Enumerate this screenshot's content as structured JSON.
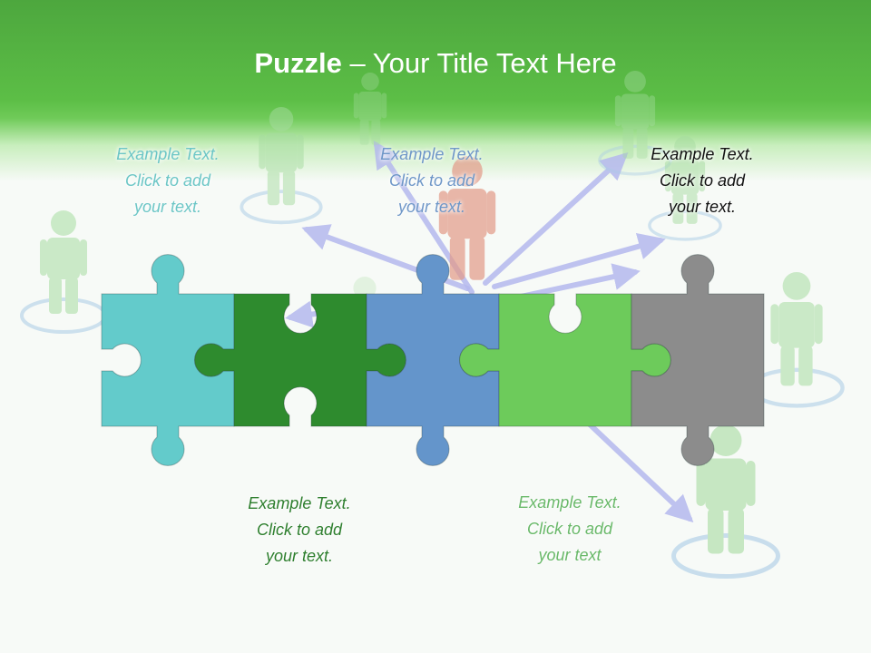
{
  "slide": {
    "title_bold": "Puzzle",
    "title_rest": " – Your Title Text Here"
  },
  "captions": {
    "top_left": [
      "Example Text.",
      "Click  to add",
      "your text."
    ],
    "top_middle": [
      "Example Text.",
      "Click  to add",
      "your text."
    ],
    "top_right": [
      "Example Text.",
      "Click  to add",
      "your text."
    ],
    "bottom_left": [
      "Example Text.",
      "Click  to add",
      "your text."
    ],
    "bottom_right": [
      "Example Text.",
      "Click  to add",
      "your text"
    ]
  },
  "pieces": [
    {
      "name": "puzzle-piece-teal",
      "color": "#63cbcb"
    },
    {
      "name": "puzzle-piece-dark-green",
      "color": "#2e8b2e"
    },
    {
      "name": "puzzle-piece-blue",
      "color": "#6495cb"
    },
    {
      "name": "puzzle-piece-light-green",
      "color": "#6dcb5b"
    },
    {
      "name": "puzzle-piece-gray",
      "color": "#8c8c8c"
    }
  ],
  "colors": {
    "header_green": "#5cbe46",
    "figure_green": "#a6dca0",
    "figure_red": "#e39a88",
    "ring_blue": "#a9cbe6",
    "arrow_lavender": "#b5b9ee"
  }
}
